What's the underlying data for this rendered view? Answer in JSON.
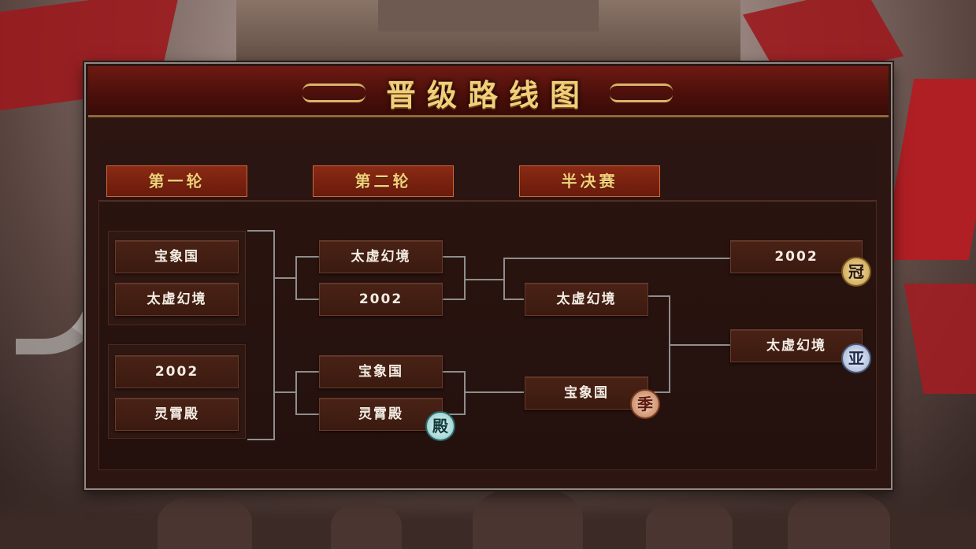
{
  "title": "晋级路线图",
  "rounds": [
    "第一轮",
    "第二轮",
    "半决赛"
  ],
  "round1": [
    "宝象国",
    "太虚幻境",
    "2002",
    "灵霄殿"
  ],
  "round2": [
    "太虚幻境",
    "2002",
    "宝象国",
    "灵霄殿"
  ],
  "semifinal": [
    "太虚幻境",
    "宝象国"
  ],
  "final": [
    "2002",
    "太虚幻境"
  ],
  "seals": {
    "champion": "冠",
    "runner_up": "亚",
    "third": "季",
    "fourth": "殿"
  },
  "colors": {
    "title_gold": "#f0cf7a",
    "header_red": "#6d1a12",
    "panel_bg": "#2d1611",
    "team_text": "#f3ede4",
    "line": "#8f8e8c"
  }
}
